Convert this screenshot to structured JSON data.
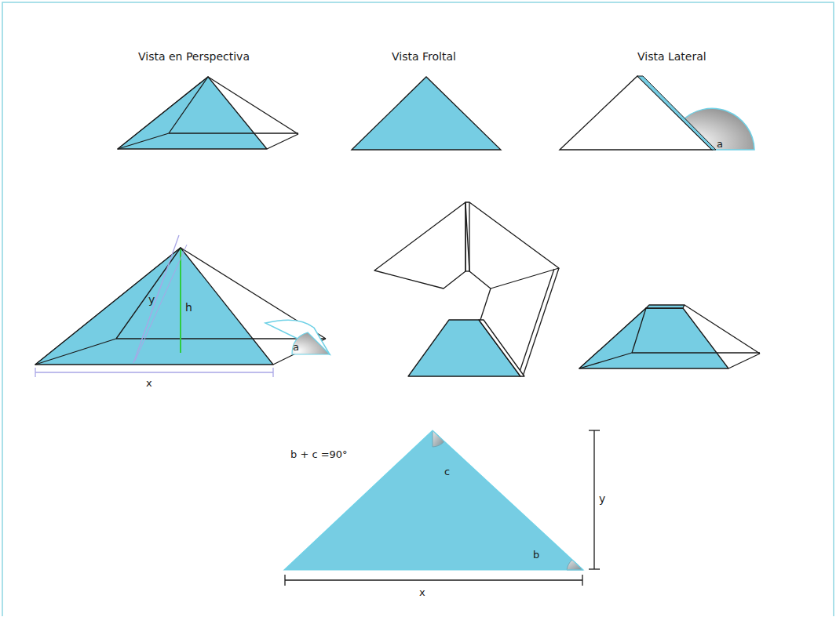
{
  "diagram": {
    "labels": [
      "Vista en Perspectiva",
      "Vista Froltal",
      "Vista Lateral",
      "a",
      "y",
      "h",
      "a",
      "x",
      "b + c =90°",
      "c",
      "y",
      "b",
      "x"
    ]
  }
}
